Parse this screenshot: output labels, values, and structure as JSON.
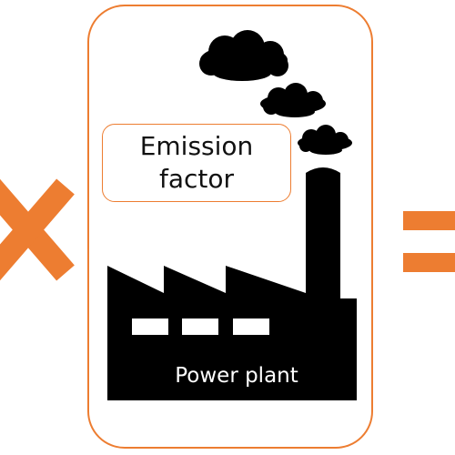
{
  "diagram": {
    "label_box": {
      "line1": "Emission",
      "line2": "factor"
    },
    "plant_label": "Power plant"
  },
  "colors": {
    "accent": "#ED7D31",
    "silhouette": "#000000",
    "background": "#FFFFFF"
  },
  "icons": [
    "multiply-sign-icon",
    "equals-sign-icon",
    "factory-icon",
    "smoke-cloud-icon"
  ]
}
